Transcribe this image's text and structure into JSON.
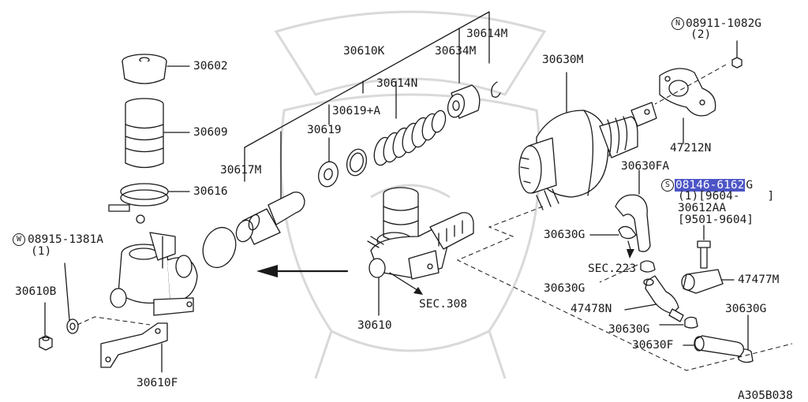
{
  "labels": {
    "p30602": "30602",
    "p30609": "30609",
    "p30616": "30616",
    "p30617M": "30617M",
    "p30619": "30619",
    "p30619A": "30619+A",
    "p30610K": "30610K",
    "p30614N": "30614N",
    "p30634M": "30634M",
    "p30614M": "30614M",
    "p30630M": "30630M",
    "n08911": "08911-1082G",
    "n08911qty": "(2)",
    "p47212N": "47212N",
    "p30630FA": "30630FA",
    "s08146_hl": "08146-6162",
    "s08146_rest": "G",
    "s08146sub": "(1)[9604-    ]",
    "p30612AA": "30612AA",
    "p30612AAdate": "[9501-9604]",
    "p30630G_a": "30630G",
    "sec223": "SEC.223",
    "p47477M": "47477M",
    "p30630G_b": "30630G",
    "p47478N": "47478N",
    "p30630G_c": "30630G",
    "p30630G_d": "30630G",
    "p30630F": "30630F",
    "w08915": "08915-1381A",
    "w08915qty": "(1)",
    "p30610B": "30610B",
    "p30610": "30610",
    "sec308": "SEC.308",
    "p30610F": "30610F",
    "figcode": "A305B038"
  },
  "symbols": {
    "n_mark": "N",
    "s_mark": "S",
    "w_mark": "W"
  }
}
